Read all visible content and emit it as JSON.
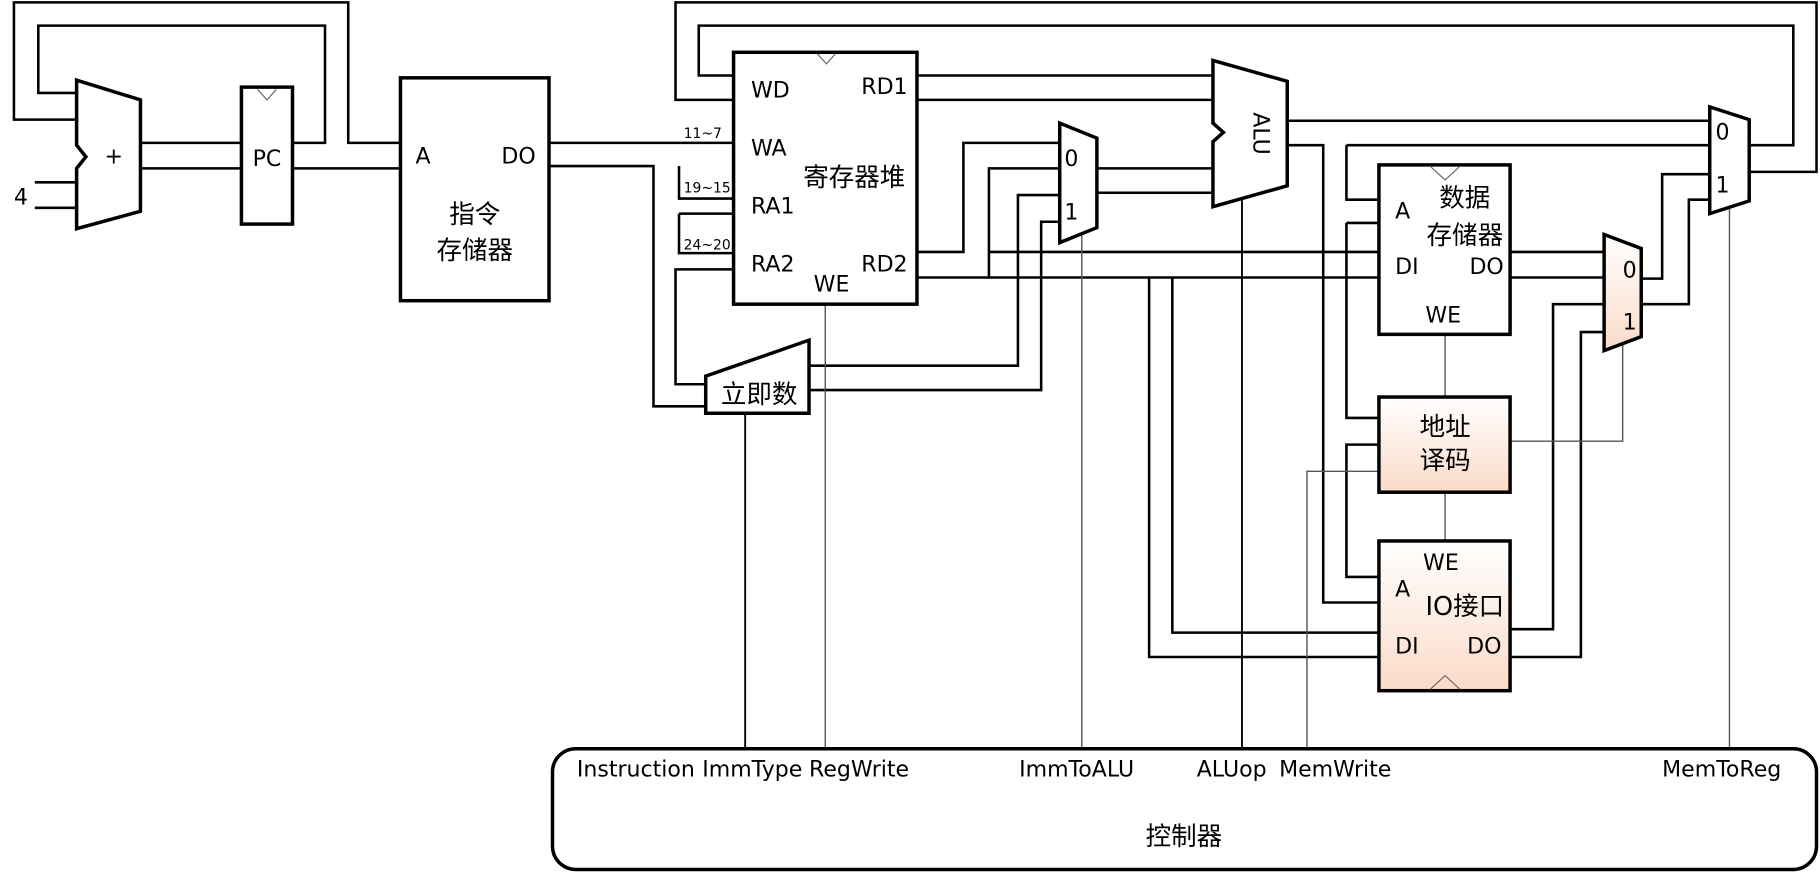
{
  "diagram": {
    "adder": {
      "label": "+",
      "const_input": "4"
    },
    "pc": {
      "label": "PC"
    },
    "imem": {
      "name_line1": "指令",
      "name_line2": "存储器",
      "port_a": "A",
      "port_do": "DO"
    },
    "regfile": {
      "name": "寄存器堆",
      "port_wd": "WD",
      "port_wa": "WA",
      "port_ra1": "RA1",
      "port_ra2": "RA2",
      "port_rd1": "RD1",
      "port_rd2": "RD2",
      "port_we": "WE",
      "bits_wa": "11~7",
      "bits_ra1": "19~15",
      "bits_ra2": "24~20"
    },
    "imm": {
      "name": "立即数"
    },
    "mux_alu": {
      "in0": "0",
      "in1": "1"
    },
    "alu": {
      "name": "ALU"
    },
    "dmem": {
      "name_line1": "数据",
      "name_line2": "存储器",
      "port_a": "A",
      "port_di": "DI",
      "port_do": "DO",
      "port_we": "WE"
    },
    "mux_mem": {
      "in0": "0",
      "in1": "1"
    },
    "mux_wb": {
      "in0": "0",
      "in1": "1"
    },
    "addr_decode": {
      "name_line1": "地址",
      "name_line2": "译码"
    },
    "io": {
      "name": "IO接口",
      "port_we": "WE",
      "port_a": "A",
      "port_di": "DI",
      "port_do": "DO"
    },
    "controller": {
      "name": "控制器",
      "signals": [
        "Instruction",
        "ImmType",
        "RegWrite",
        "ImmToALU",
        "ALUop",
        "MemWrite",
        "MemToReg"
      ]
    },
    "colors": {
      "peach_top": "#ffffff",
      "peach_bottom": "#fadbc8",
      "wire": "#000000",
      "control_wire": "#555555"
    }
  }
}
